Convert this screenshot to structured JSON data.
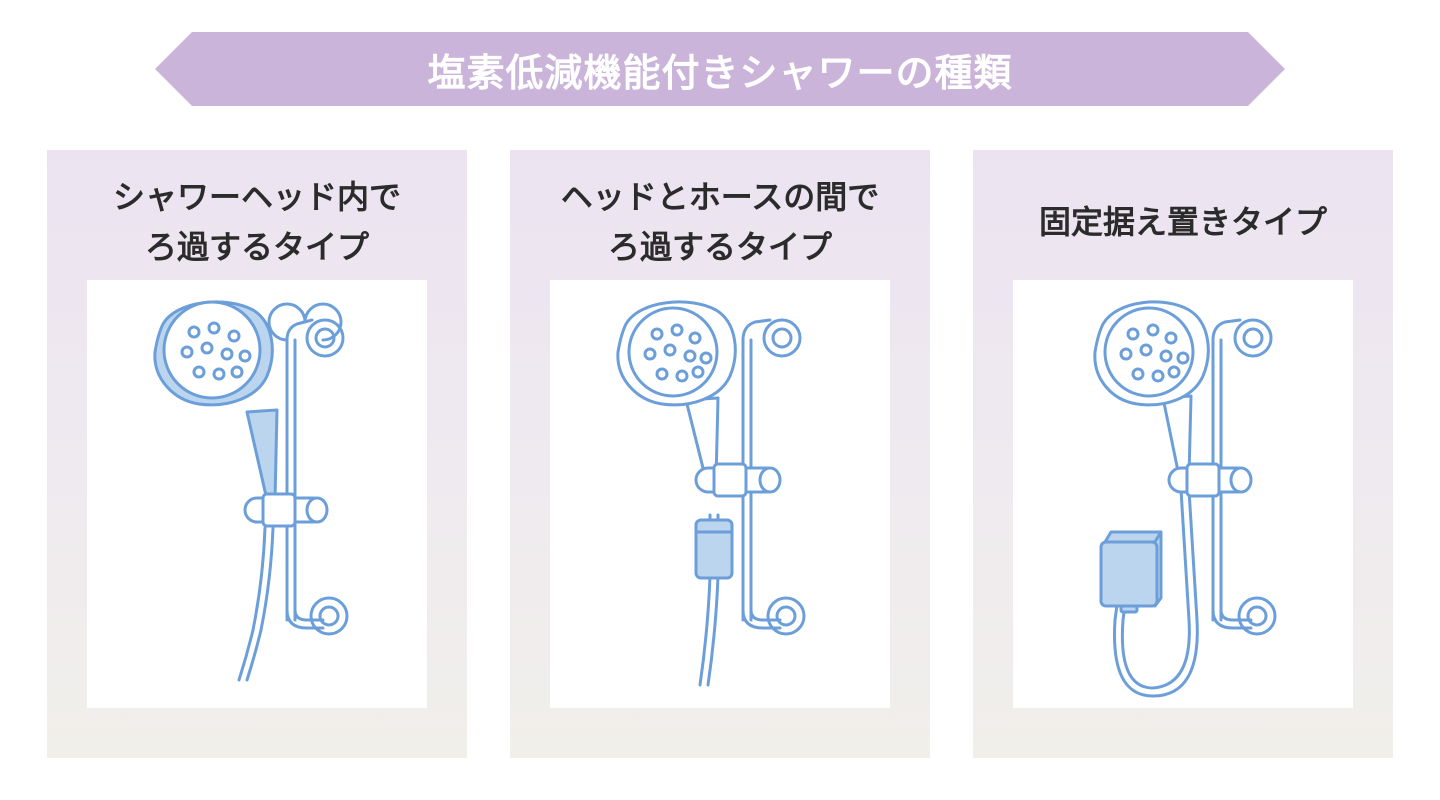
{
  "banner": {
    "title": "塩素低減機能付きシャワーの種類",
    "color": "#cbb4da"
  },
  "cards": [
    {
      "title_lines": [
        "シャワーヘッド内で",
        "ろ過するタイプ"
      ],
      "filter_location": "shower-head"
    },
    {
      "title_lines": [
        "ヘッドとホースの間で",
        "ろ過するタイプ"
      ],
      "filter_location": "between-head-and-hose"
    },
    {
      "title_lines": [
        "固定据え置きタイプ"
      ],
      "filter_location": "wall-mounted-box"
    }
  ],
  "colors": {
    "line": "#6c9fda",
    "fill": "#bcd5ef",
    "card_top": "#ece3f1",
    "card_bottom": "#f1efea",
    "text": "#2b2b2b"
  }
}
